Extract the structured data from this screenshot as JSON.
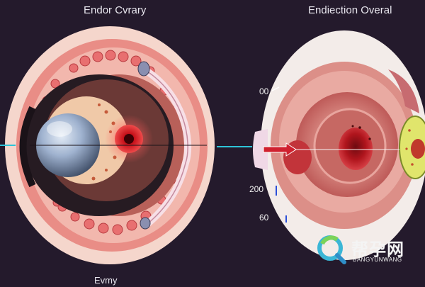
{
  "panels": {
    "left": {
      "title": "Endor Cvrary",
      "bottom_label": "Evmy"
    },
    "right": {
      "title": "Endiection Overal"
    }
  },
  "scale_labels": [
    "00",
    "200",
    "60"
  ],
  "watermark": {
    "text_cn": "帮孕网",
    "text_en": "BANGYUNWANG"
  },
  "colors": {
    "background": "#241a2c",
    "tissue_pink": "#f3c8bd",
    "tissue_red": "#d9535a",
    "core_red": "#c8121b",
    "follicle_blue": "#8fa6c6",
    "guide_line": "#2ec4d8",
    "pointer_arrow": "#d0202e"
  },
  "icons": {
    "watermark_logo": "magnifier-logo-icon"
  }
}
